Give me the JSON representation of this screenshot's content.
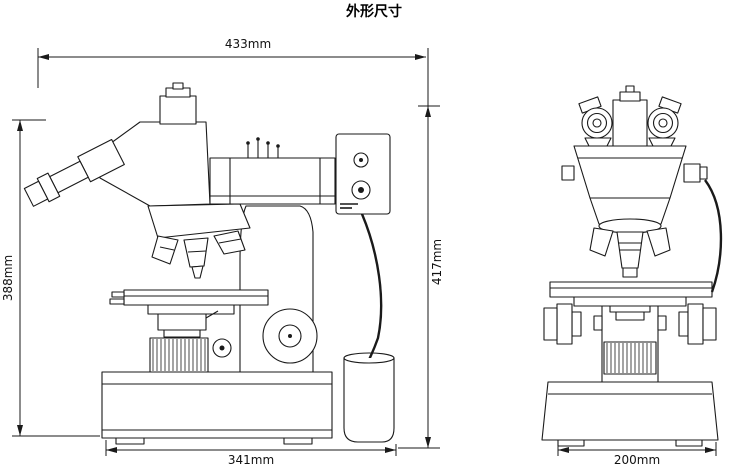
{
  "title": "外形尺寸",
  "dimensions": {
    "top_width": "433mm",
    "left_height": "388mm",
    "right_height": "417mm",
    "side_base_width": "341mm",
    "front_base_width": "200mm"
  },
  "colors": {
    "line": "#1a1a1a",
    "background": "#ffffff"
  }
}
